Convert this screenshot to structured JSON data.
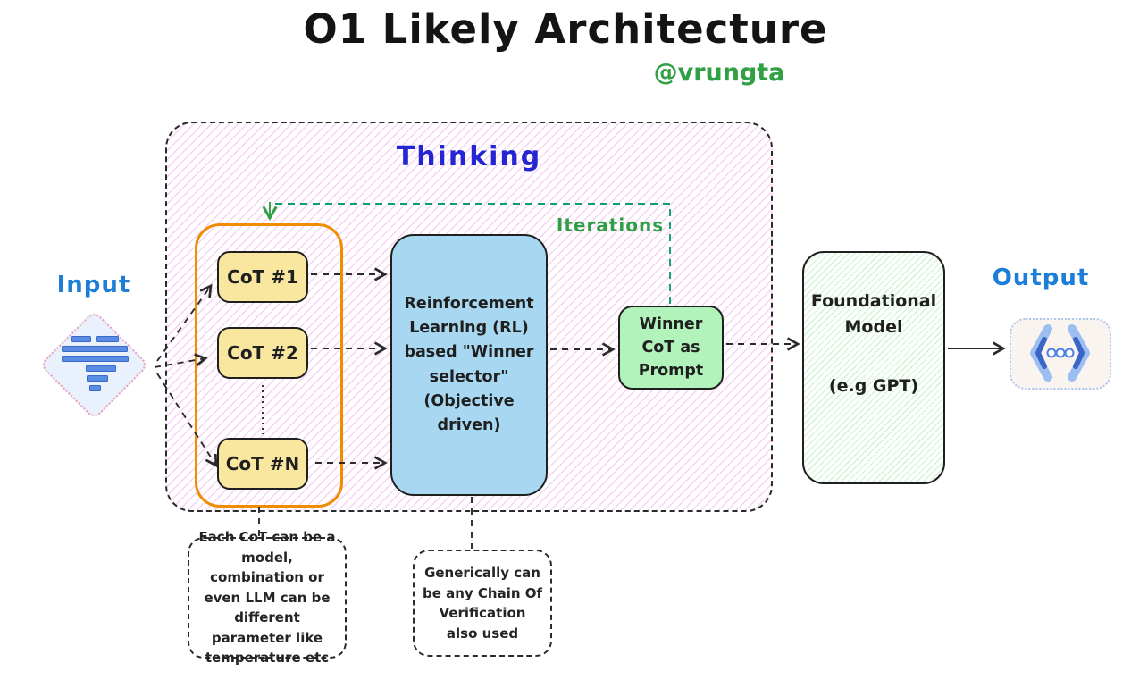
{
  "title": "O1 Likely Architecture",
  "author_handle": "@vrungta",
  "labels": {
    "input": "Input",
    "output": "Output",
    "thinking": "Thinking",
    "iterations": "Iterations"
  },
  "nodes": {
    "cot_boxes": [
      {
        "label": "CoT #1"
      },
      {
        "label": "CoT #2"
      },
      {
        "label": "CoT #N"
      }
    ],
    "rl_selector_label": "Reinforcement Learning (RL) based \"Winner selector\" (Objective driven)",
    "winner_label": "Winner CoT as Prompt",
    "foundational_label": "Foundational Model",
    "foundational_example": "(e.g GPT)"
  },
  "notes": {
    "cot_note": "Each CoT can be a model, combination or even LLM can be different parameter like temperature etc",
    "verification_note": "Generically can be any Chain Of Verification also used"
  },
  "icons": {
    "input": "document-lines-diamond-icon",
    "output": "code-ellipsis-icon"
  },
  "colors": {
    "accent_orange": "#f08c00",
    "cot_fill": "#f9e7a0",
    "rl_fill": "#a7d7f1",
    "winner_fill": "#b2f2bb",
    "foundational_hachure_green": "#40c057",
    "hatch_pink": "#eb94e6",
    "label_blue": "#1c7ed6",
    "thinking_blue": "#2526d2",
    "green_text": "#2f9e44",
    "iteration_teal": "#0c9f6e",
    "line_black": "#2b2b2b"
  }
}
